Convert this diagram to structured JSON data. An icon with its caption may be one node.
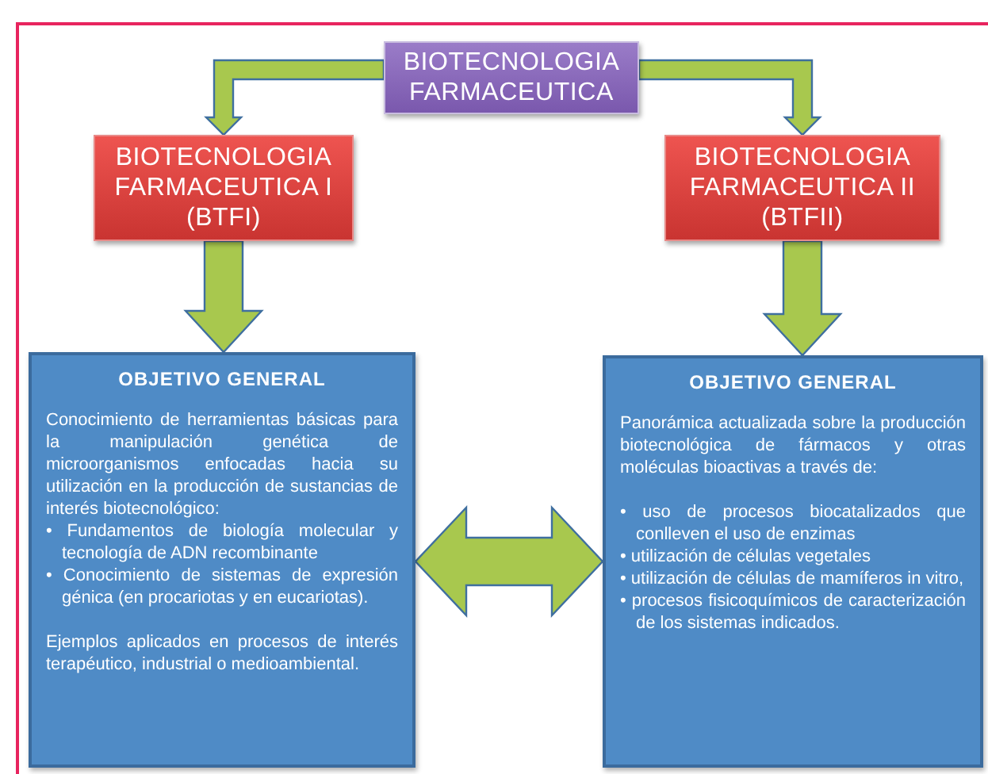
{
  "diagram": {
    "nodes": [
      {
        "text": [
          "BIOTECNOLOGIA FARMACEUTICA"
        ]
      },
      {
        "text": [
          "BIOTECNOLOGIA FARMACEUTICA I (BTFI)"
        ]
      },
      {
        "text": [
          "BIOTECNOLOGIA FARMACEUTICA II (BTFII)"
        ]
      },
      {
        "text": [
          "OBJETIVO GENERAL",
          "Conocimiento de herramientas básicas para la manipulación genética de microorganismos enfocadas hacia su utilización en la producción de sustancias de interés biotecnológico:",
          "• Fundamentos de biología molecular y tecnología de ADN recombinante",
          "• Conocimiento de sistemas de expresión génica (en procariotas y en eucariotas).",
          "Ejemplos aplicados en procesos de interés terapéutico, industrial o medioambiental."
        ]
      },
      {
        "text": [
          "OBJETIVO GENERAL",
          "Panorámica actualizada sobre la producción biotecnológica de fármacos y otras moléculas bioactivas a través de:",
          "• uso de procesos biocatalizados que conlleven el uso de enzimas",
          "• utilización de células vegetales",
          "• utilización de células de mamíferos in vitro,",
          "• procesos fisicoquímicos de caracterización de los sistemas indicados."
        ]
      }
    ],
    "edges": [
      {
        "from": 0,
        "to": 1,
        "arrow": "to"
      },
      {
        "from": 0,
        "to": 2,
        "arrow": "to"
      },
      {
        "from": 1,
        "to": 3,
        "arrow": "to"
      },
      {
        "from": 2,
        "to": 4,
        "arrow": "to"
      },
      {
        "from": 3,
        "to": 4,
        "arrow": "both"
      }
    ]
  }
}
